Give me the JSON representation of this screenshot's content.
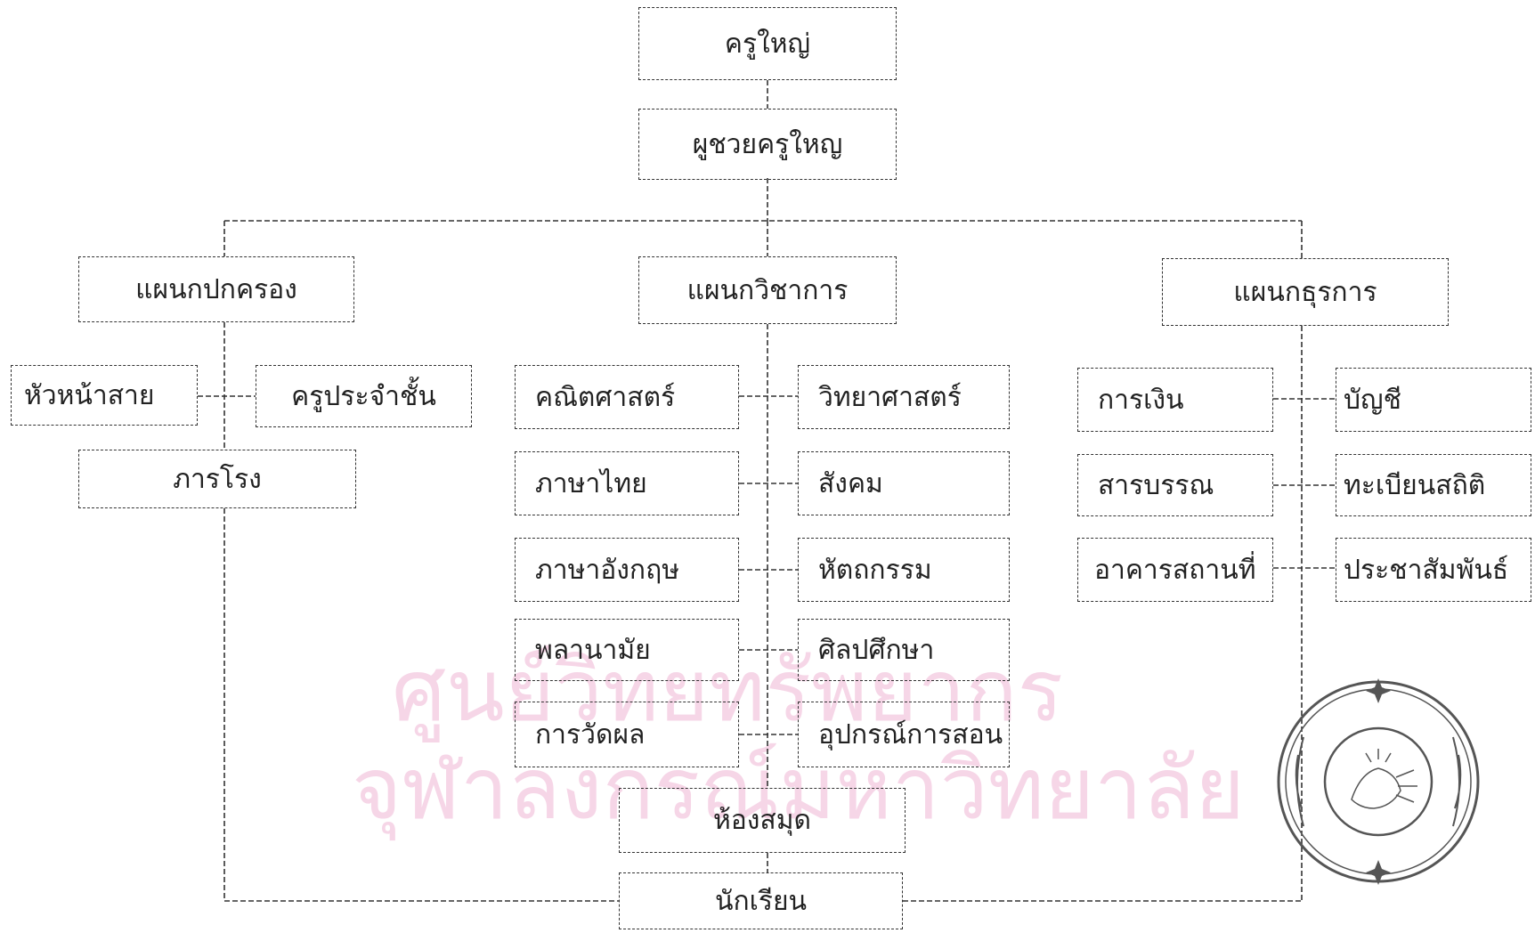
{
  "watermark": {
    "line1": "ศูนย์วิทยทรัพยากร",
    "line2": "จุฬาลงกรณ์มหาวิทยาลัย"
  },
  "nodes": {
    "principal": "ครูใหญ่",
    "assistant": "ผูชวยครูใหญ",
    "admin_dept": "แผนกปกครอง",
    "academic_dept": "แผนกวิชาการ",
    "business_dept": "แผนกธุรการ",
    "line_head": "หัวหน้าสาย",
    "class_teacher": "ครูประจำชั้น",
    "janitor": "ภารโรง",
    "math": "คณิตศาสตร์",
    "science": "วิทยาศาสตร์",
    "thai": "ภาษาไทย",
    "social": "สังคม",
    "english": "ภาษาอังกฤษ",
    "handicraft": "หัตถกรรม",
    "health": "พลานามัย",
    "arts": "ศิลปศึกษา",
    "evaluation": "การวัดผล",
    "teaching_aids": "อุปกรณ์การสอน",
    "finance": "การเงิน",
    "accounting": "บัญชี",
    "correspondence": "สารบรรณ",
    "statistics": "ทะเบียนสถิติ",
    "buildings": "อาคารสถานที่",
    "public_relations": "ประชาสัมพันธ์",
    "library": "ห้องสมุด",
    "students": "นักเรียน"
  },
  "colors": {
    "line": "#333333",
    "watermark": "#f3c9e0",
    "seal": "#555555"
  }
}
